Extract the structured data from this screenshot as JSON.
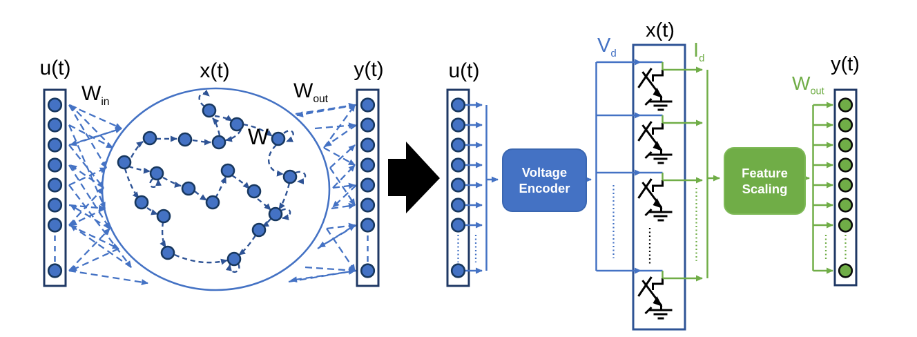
{
  "left_diagram": {
    "input_label": "u(t)",
    "input_weights": {
      "base": "W",
      "sub": "in"
    },
    "reservoir_label": "x(t)",
    "reservoir_weights": "W",
    "output_weights": {
      "base": "W",
      "sub": "out"
    },
    "output_label": "y(t)"
  },
  "right_diagram": {
    "input_label": "u(t)",
    "voltage_encoder": {
      "line1": "Voltage",
      "line2": "Encoder"
    },
    "device_voltage": {
      "base": "V",
      "sub": "d"
    },
    "state_label": "x(t)",
    "device_current": {
      "base": "I",
      "sub": "d"
    },
    "feature_scaling": {
      "line1": "Feature",
      "line2": "Scaling"
    },
    "output_weights": {
      "base": "W",
      "sub": "out"
    },
    "output_label": "y(t)"
  },
  "colors": {
    "blue": "#4472C4",
    "dark_navy": "#1F3864",
    "reservoir_edge_blue": "#2E5395",
    "green": "#70AD47",
    "black": "#000000",
    "white": "#FFFFFF"
  },
  "icons": {
    "transform_arrow": "block-arrow-right-icon",
    "memristor_device": "memristor-device-icon",
    "ground": "ground-icon"
  }
}
